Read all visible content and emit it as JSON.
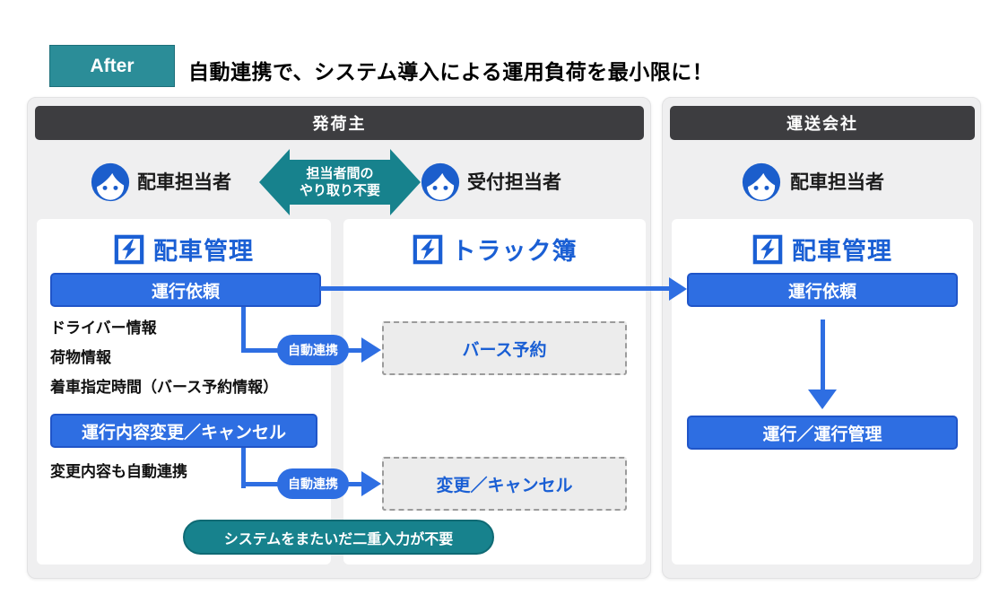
{
  "header": {
    "badge": "After",
    "headline": "自動連携で、システム導入による運用負荷を最小限に！"
  },
  "colors": {
    "accent_teal": "#17828d",
    "badge_teal": "#2b8d98",
    "primary_blue": "#2e6ee2",
    "brand_blue": "#1a5fd4",
    "bar_dark": "#3d3d40",
    "panel_bg": "#efeff0"
  },
  "shipper_panel": {
    "title": "発荷主",
    "dispatcher_label": "配車担当者",
    "receptionist_label": "受付担当者",
    "no_interaction_arrow": {
      "line1": "担当者間の",
      "line2": "やり取り不要"
    },
    "auto_link_label": "自動連携",
    "dispatch_card": {
      "app_name": "配車管理",
      "request_button": "運行依頼",
      "info_items": [
        "ドライバー情報",
        "荷物情報",
        "着車指定時間（バース予約情報）"
      ],
      "change_button": "運行内容変更／キャンセル",
      "change_note": "変更内容も自動連携"
    },
    "truckbook_card": {
      "app_name": "トラック簿",
      "berth_box": "バース予約",
      "change_box": "変更／キャンセル"
    },
    "bottom_note": "システムをまたいだ二重入力が不要"
  },
  "carrier_panel": {
    "title": "運送会社",
    "dispatcher_label": "配車担当者",
    "dispatch_card": {
      "app_name": "配車管理",
      "request_button": "運行依頼",
      "management_button": "運行／運行管理"
    }
  }
}
